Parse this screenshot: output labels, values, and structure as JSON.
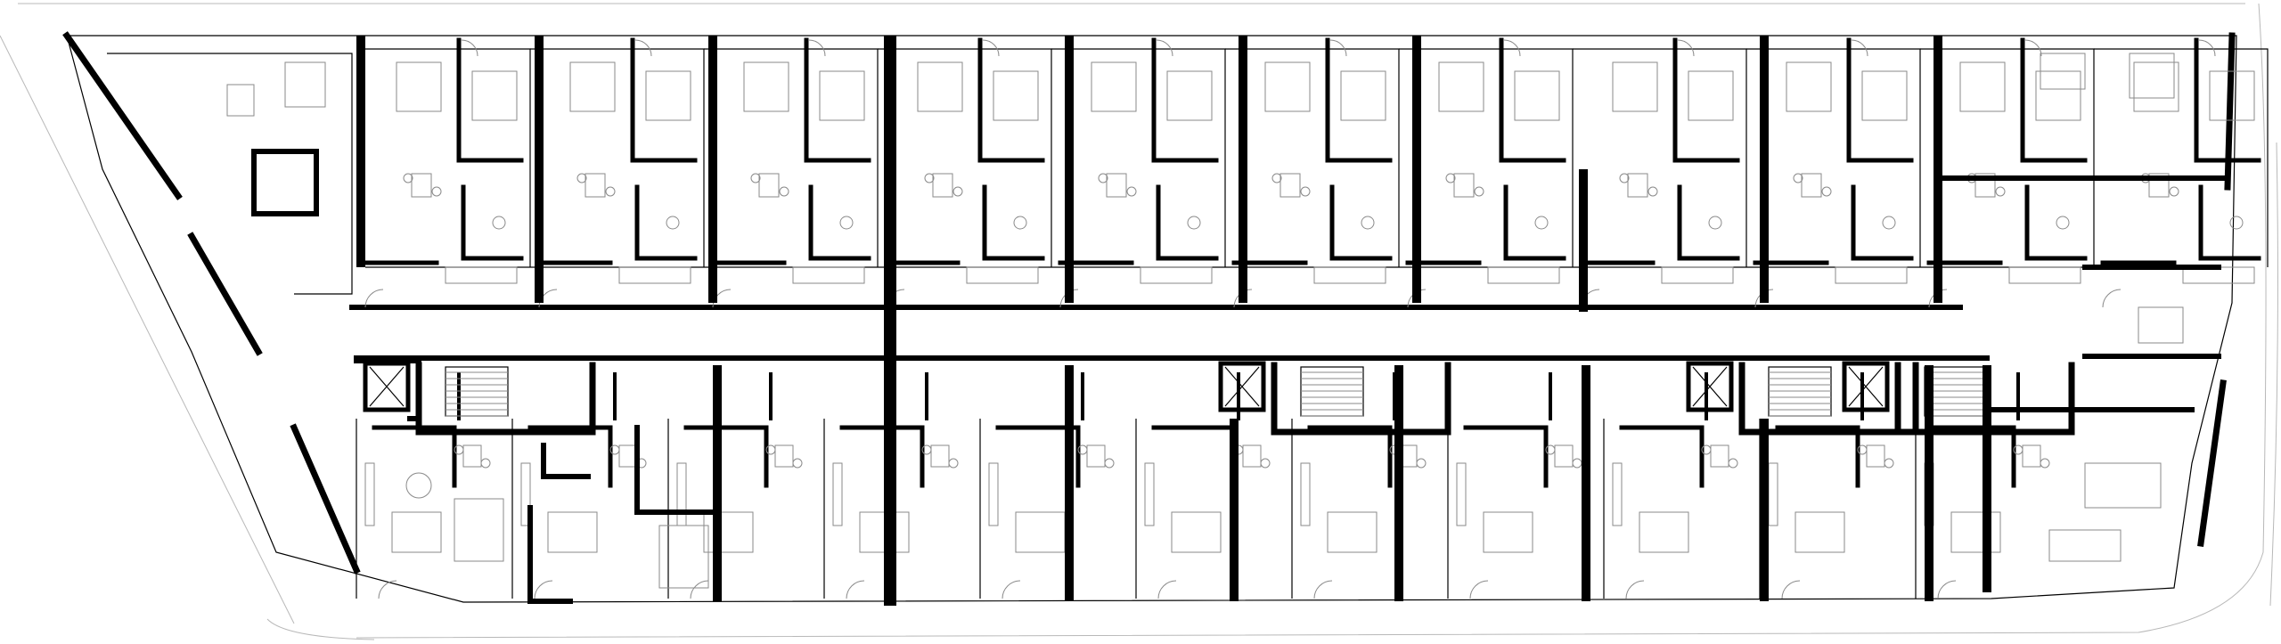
{
  "drawing": {
    "colors": {
      "background": "#ffffff",
      "walls": "#000000",
      "furniture": "#8a8a8a",
      "site": "#b8b8b8"
    },
    "north_units": 11,
    "south_units": 11,
    "stair_cores": 4
  }
}
